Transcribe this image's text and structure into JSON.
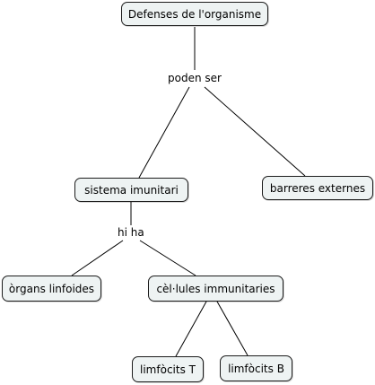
{
  "concept_map": {
    "nodes": {
      "root": "Defenses de l'organisme",
      "immune_system": "sistema imunitari",
      "external_barriers": "barreres externes",
      "lymphoid_organs": "òrgans linfoides",
      "immune_cells": "cèl·lules immunitaries",
      "t_cells": "limfòcits T",
      "b_cells": "limfòcits B"
    },
    "link_labels": {
      "can_be": "poden ser",
      "there_are": "hi ha"
    },
    "colors": {
      "node_fill": "#eef3f3",
      "node_border": "#1c1c1c",
      "line": "#000000"
    }
  }
}
